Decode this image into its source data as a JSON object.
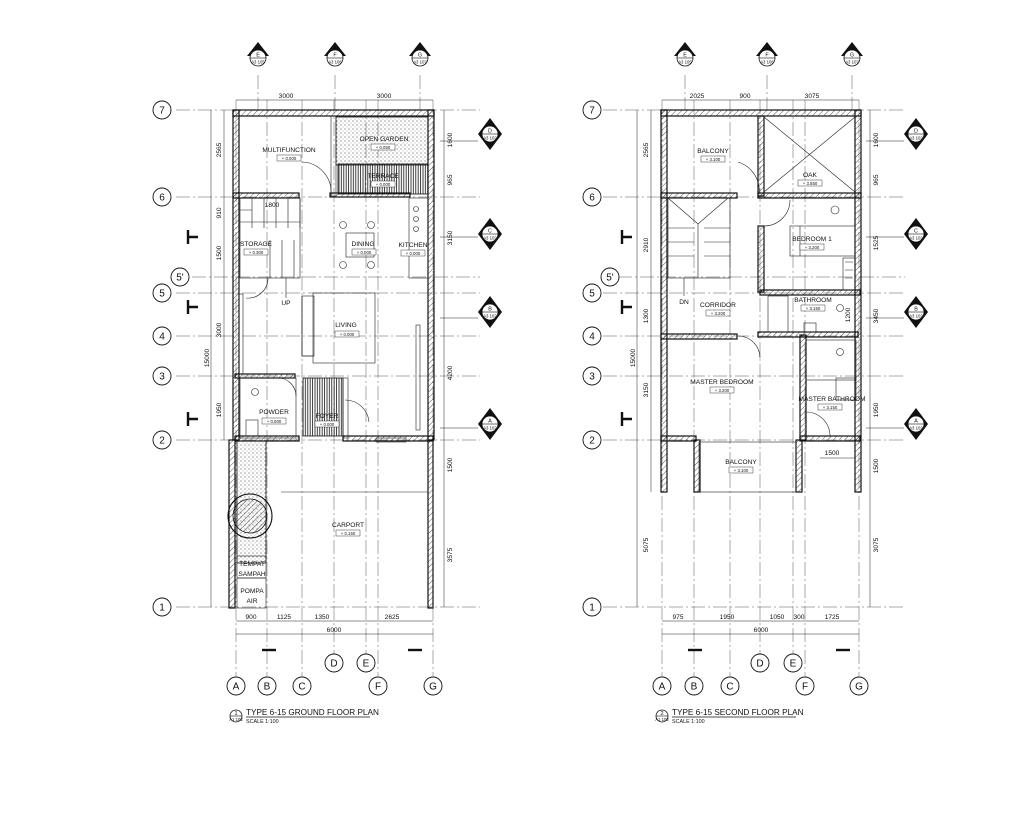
{
  "ground": {
    "title": "TYPE 6-15 GROUND FLOOR PLAN",
    "scale": "SCALE 1:100",
    "num": "1",
    "sheet": "A1 102",
    "rooms": {
      "garden": "OPEN GARDEN",
      "garden_tag": "+ 0.050",
      "multi": "MULTIFUNCTION",
      "multi_tag": "+ 0.000",
      "terrace": "TERRACE",
      "terrace_tag": "+ 0.000",
      "dining": "DINING",
      "dining_tag": "+ 0.000",
      "storage": "STORAGE",
      "storage_tag": "+ 0.300",
      "kitchen": "KITCHEN",
      "kitchen_tag": "+ 0.000",
      "living": "LIVING",
      "living_tag": "+ 0.000",
      "powder": "POWDER",
      "powder_tag": "+ 0.000",
      "foyer": "FOYER",
      "foyer_tag": "+ 0.000",
      "carport": "CARPORT",
      "carport_tag": "+ 0.150",
      "tempat1": "TEMPAT",
      "tempat2": "SAMPAH",
      "pompa1": "POMPA",
      "pompa2": "AIR",
      "up": "UP"
    },
    "dims_top": [
      "3000",
      "3000"
    ],
    "dims_bottom": [
      "900",
      "1125",
      "1350",
      "2625"
    ],
    "total_bottom": "6000",
    "dims_left": [
      "2565",
      "910",
      "1500",
      "3000",
      "1950",
      "15000"
    ],
    "dims_right": [
      "1600",
      "965",
      "3150",
      "4200",
      "1500",
      "3575"
    ],
    "stair_dim": "1800",
    "sections": [
      "D",
      "C",
      "B",
      "A"
    ],
    "section_sheets": [
      "A3 102",
      "A3 102",
      "A3 102",
      "A3 102"
    ],
    "elev_letters": [
      "E",
      "F",
      "G"
    ],
    "elev_sheets": [
      "A3 105",
      "A3 106",
      "A3 107"
    ]
  },
  "second": {
    "title": "TYPE 6-15 SECOND FLOOR PLAN",
    "scale": "SCALE 1:100",
    "num": "2",
    "sheet": "A1 102",
    "rooms": {
      "balcony1": "BALCONY",
      "balcony1_tag": "+ 3.100",
      "oak": "OAK",
      "oak_tag": "+ 3.550",
      "bedroom1": "BEDROOM 1",
      "bedroom1_tag": "+ 3.200",
      "corridor": "CORRIDOR",
      "corridor_tag": "+ 3.200",
      "bathroom": "BATHROOM",
      "bathroom_tag": "+ 3.150",
      "master": "MASTER BEDROOM",
      "master_tag": "+ 3.200",
      "mbath": "MASTER BATHROOM",
      "mbath_tag": "+ 3.150",
      "balcony2": "BALCONY",
      "balcony2_tag": "+ 3.100",
      "dn": "DN"
    },
    "dims_top": [
      "2025",
      "900",
      "3075"
    ],
    "dims_bottom": [
      "975",
      "1950",
      "1050",
      "300",
      "1725"
    ],
    "total_bottom": "6000",
    "dims_left": [
      "2565",
      "2910",
      "1300",
      "3150",
      "5075",
      "15000"
    ],
    "dims_right": [
      "1600",
      "965",
      "1525",
      "3450",
      "1950",
      "1500",
      "3075"
    ],
    "inner_dims": [
      "1200",
      "1500"
    ],
    "sections": [
      "D",
      "C",
      "B",
      "A"
    ],
    "section_sheets": [
      "A3 102",
      "A3 102",
      "A3 102",
      "A3 102"
    ],
    "elev_letters": [
      "E",
      "F",
      "G"
    ],
    "elev_sheets": [
      "A3 105",
      "A3 106",
      "A3 107"
    ]
  },
  "grid_rows": [
    "7",
    "6",
    "5'",
    "5",
    "4",
    "3",
    "2",
    "1"
  ],
  "grid_cols": [
    "A",
    "B",
    "C",
    "D",
    "E",
    "F",
    "G"
  ]
}
